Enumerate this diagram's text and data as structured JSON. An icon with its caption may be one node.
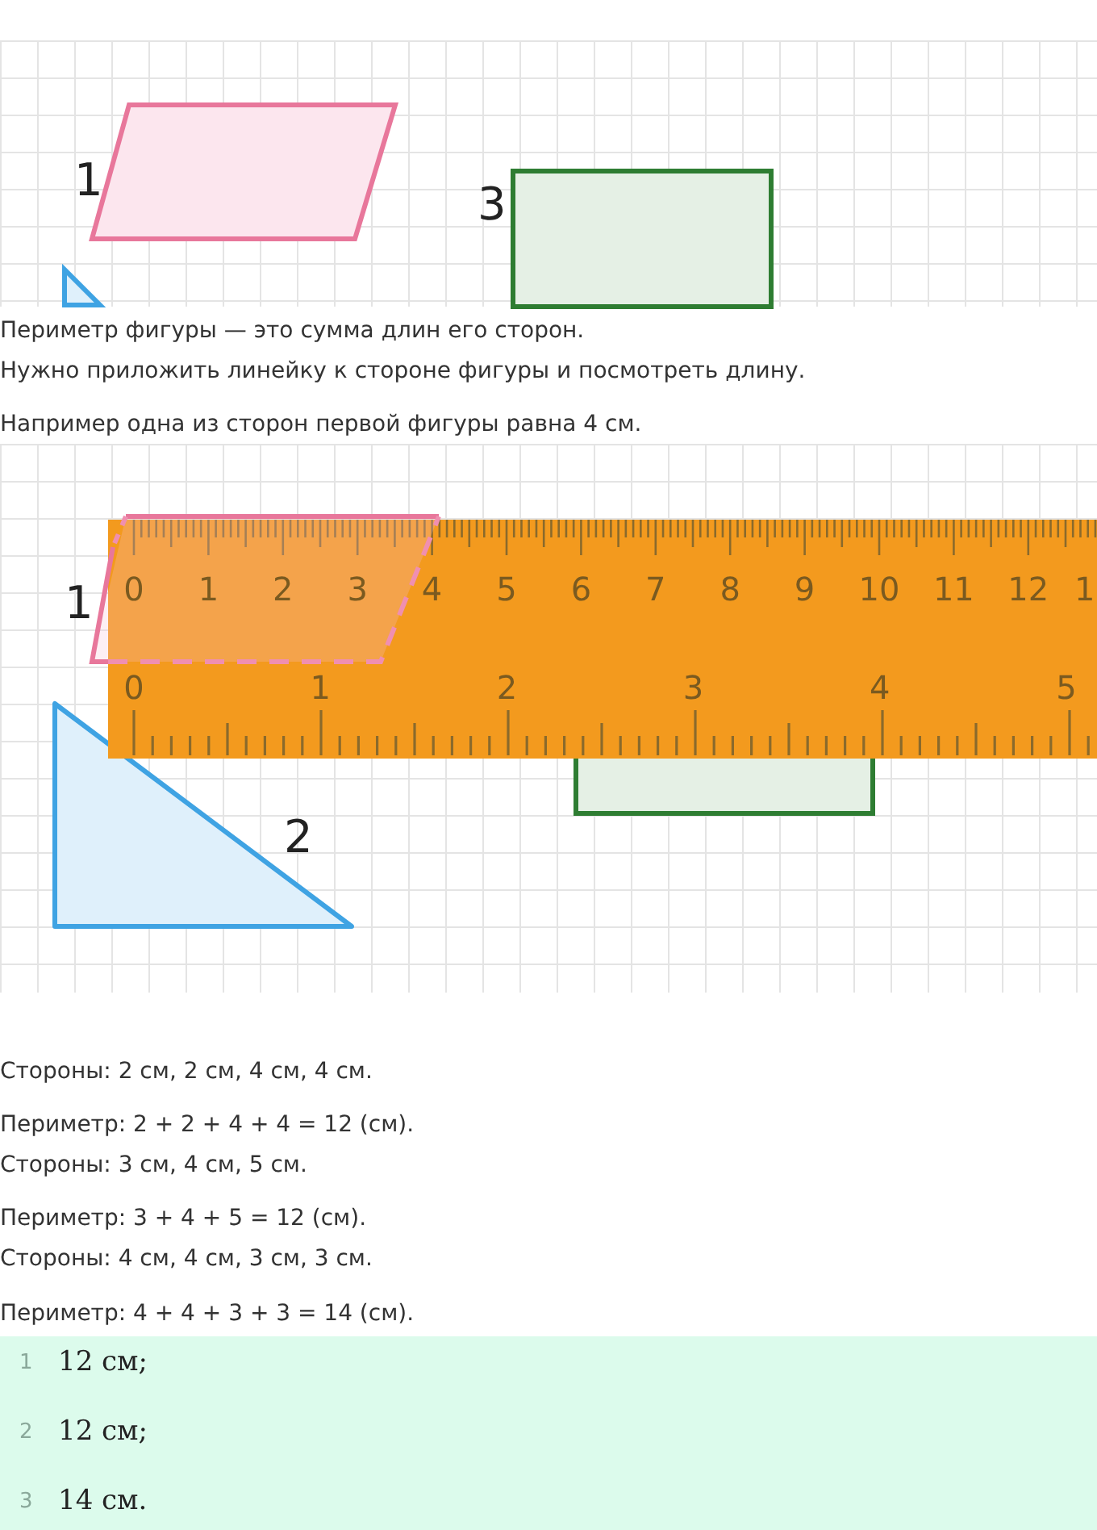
{
  "diagram": {
    "labels": [
      "1",
      "3",
      "Периметр фигуры — это сумма длин его сторон.",
      "Нужно приложить линейку к стороне фигуры и посмотреть длину.",
      "Например одна из сторон первой фигуры равна 4 см.",
      "0",
      "1",
      "2",
      "3",
      "4",
      "5",
      "6",
      "7",
      "8",
      "9",
      "10",
      "11",
      "12",
      "1",
      "1",
      "0",
      "1",
      "2",
      "3",
      "4",
      "5",
      "2",
      "Стороны: 2 см, 2 см, 4 см, 4 см.",
      "Периметр: 2 + 2 + 4 + 4 = 12 (см).",
      "Стороны: 3 см, 4 см, 5 см.",
      "Периметр: 3 + 4 + 5 = 12 (см).",
      "Стороны: 4 см, 4 см, 3 см, 3 см.",
      "Периметр: 4 + 4 + 3 + 3 = 14 (см).",
      "1",
      "12 см;",
      "2",
      "12 см;",
      "3",
      "14 см."
    ]
  }
}
